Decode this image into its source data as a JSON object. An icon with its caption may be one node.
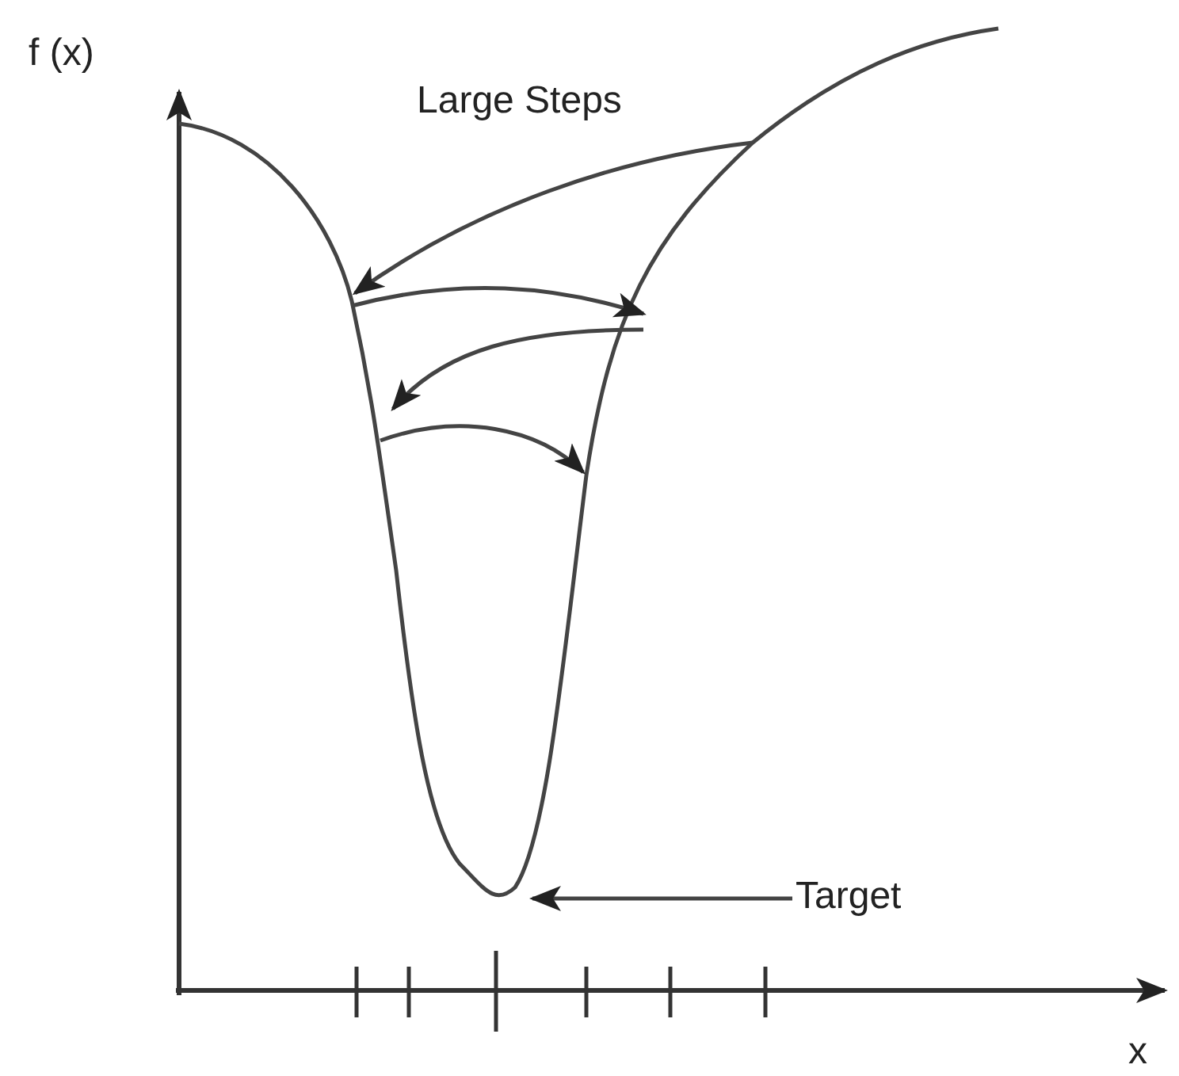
{
  "diagram": {
    "nodes": [
      {
        "text": [
          "Target"
        ]
      },
      {
        "text": [],
        "shape": "curve"
      }
    ],
    "edges": [
      {
        "from": 0,
        "to": 1,
        "arrow": "to"
      }
    ],
    "labels": [
      "f (x)",
      "Large Steps",
      "x"
    ]
  }
}
